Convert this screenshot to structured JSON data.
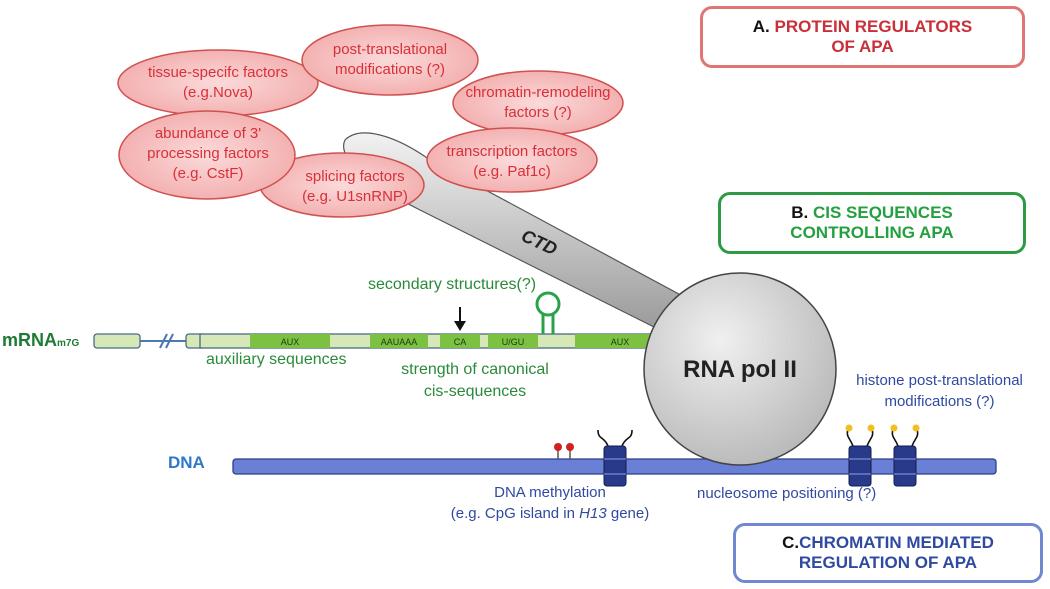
{
  "boxes": {
    "a": {
      "prefix": "A.",
      "line1": "PROTEIN REGULATORS",
      "line2": "OF APA"
    },
    "b": {
      "prefix": "B.",
      "line1": "CIS  SEQUENCES",
      "line2": "CONTROLLING APA"
    },
    "c": {
      "prefix": "C.",
      "line1": "CHROMATIN MEDIATED",
      "line2": "REGULATION OF APA"
    }
  },
  "regulators": {
    "tissue": {
      "l1": "tissue-specifc factors",
      "l2": "(e.g.Nova)"
    },
    "ptm": {
      "l1": "post-translational",
      "l2": "modifications (?)"
    },
    "chromatin": {
      "l1": "chromatin-remodeling",
      "l2": "factors (?)"
    },
    "abundance": {
      "l1": "abundance of 3'",
      "l2": "processing factors",
      "l3": "(e.g. CstF)"
    },
    "splicing": {
      "l1": "splicing factors",
      "l2": "(e.g. U1snRNP)"
    },
    "transcription": {
      "l1": "transcription factors",
      "l2": "(e.g. Paf1c)"
    }
  },
  "ctd": "CTD",
  "rnapol": "RNA pol II",
  "mrna": {
    "label": "mRNA",
    "sub": "m7G"
  },
  "segments": {
    "aux1": "AUX",
    "aauaaa": "AAUAAA",
    "ca": "CA",
    "ugu": "U/GU",
    "aux2": "AUX"
  },
  "cis": {
    "secondary": "secondary structures(?)",
    "auxiliary": "auxiliary sequences",
    "strength_l1": "strength of canonical",
    "strength_l2": "cis-sequences"
  },
  "dna": {
    "label": "DNA",
    "methylation_l1": "DNA  methylation",
    "methylation_l2a": "(e.g. CpG island in ",
    "methylation_gene": "H13",
    "methylation_l2b": " gene)",
    "nucleosome": "nucleosome positioning (?)",
    "histone_l1": "histone post-translational",
    "histone_l2": "modifications (?)"
  },
  "colors": {
    "protein": "#d8303a",
    "cis": "#23a040",
    "chromatin": "#2f4aa0",
    "dna_bar": "#6a7fd6",
    "mrna_green": "#7dc142"
  }
}
